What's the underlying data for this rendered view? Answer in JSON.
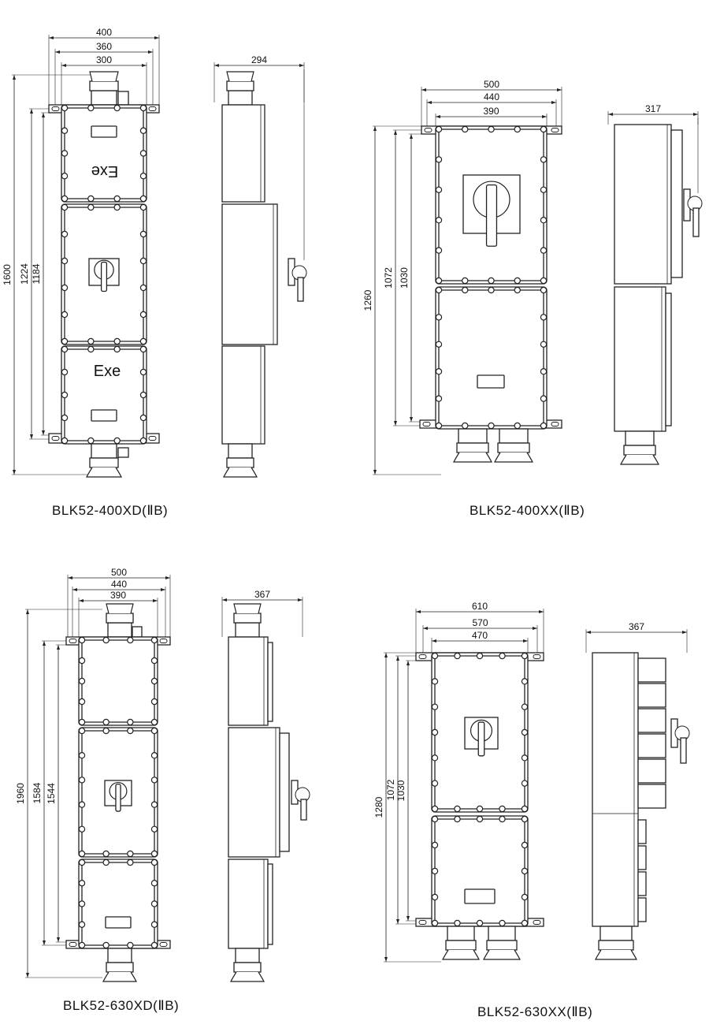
{
  "drawings": [
    {
      "model": "BLK52-400XD(ⅡB)",
      "front_widths": [
        "400",
        "360",
        "300"
      ],
      "heights": [
        "1600",
        "1224",
        "1184"
      ],
      "side_depth": "294",
      "markings": [
        "Exe",
        "Exe"
      ]
    },
    {
      "model": "BLK52-400XX(ⅡB)",
      "front_widths": [
        "500",
        "440",
        "390"
      ],
      "heights": [
        "1260",
        "1072",
        "1030"
      ],
      "side_depth": "317"
    },
    {
      "model": "BLK52-630XD(ⅡB)",
      "front_widths": [
        "500",
        "440",
        "390"
      ],
      "heights": [
        "1960",
        "1584",
        "1544"
      ],
      "side_depth": "367"
    },
    {
      "model": "BLK52-630XX(ⅡB)",
      "front_widths": [
        "610",
        "570",
        "470"
      ],
      "heights": [
        "1280",
        "1072",
        "1030"
      ],
      "side_depth": "367"
    }
  ],
  "colors": {
    "line": "#222222",
    "background": "#ffffff"
  }
}
